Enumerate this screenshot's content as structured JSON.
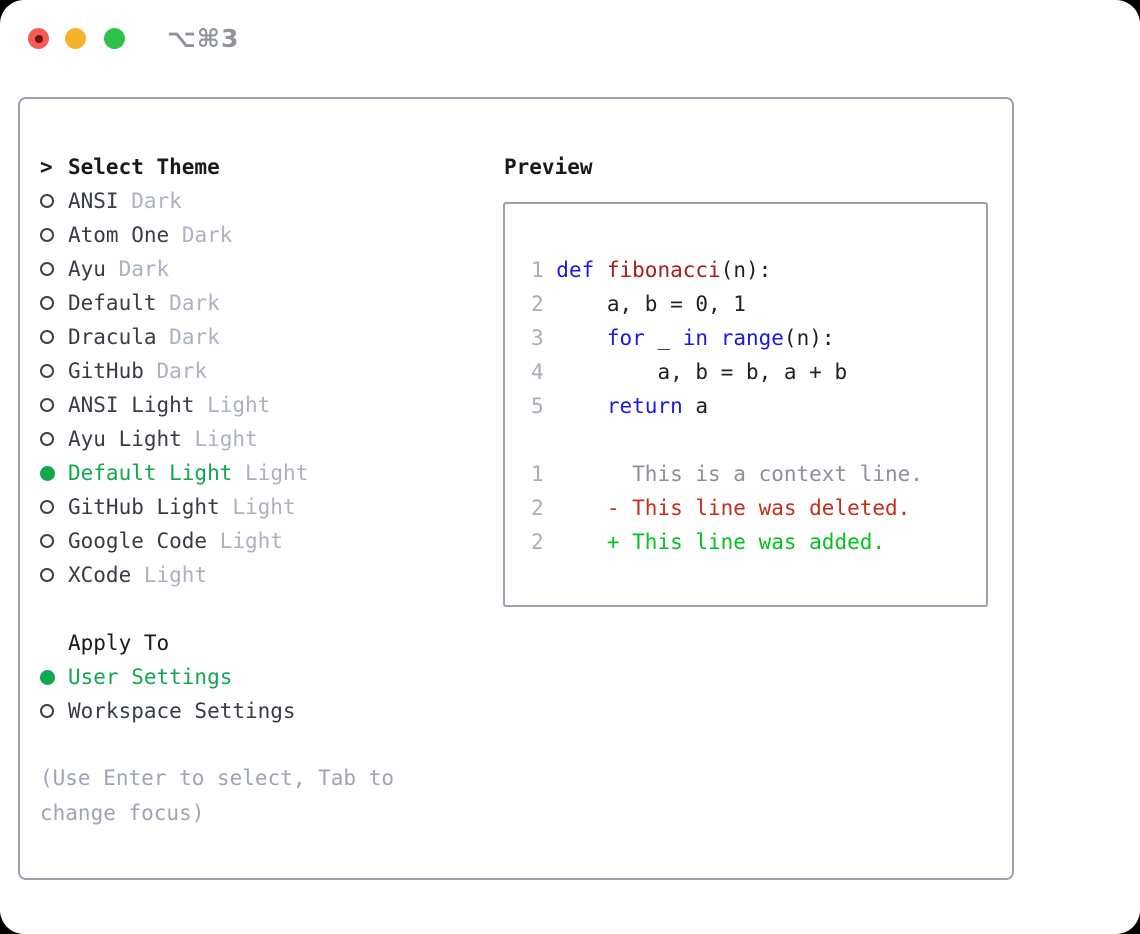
{
  "window": {
    "title": "⌥⌘3",
    "traffic_lights": [
      {
        "name": "close"
      },
      {
        "name": "minimize"
      },
      {
        "name": "zoom"
      }
    ]
  },
  "theme_panel": {
    "header": {
      "prefix": ">",
      "label": "Select Theme"
    },
    "themes": [
      {
        "name": "ANSI",
        "variant": "Dark",
        "selected": false
      },
      {
        "name": "Atom One",
        "variant": "Dark",
        "selected": false
      },
      {
        "name": "Ayu",
        "variant": "Dark",
        "selected": false
      },
      {
        "name": "Default",
        "variant": "Dark",
        "selected": false
      },
      {
        "name": "Dracula",
        "variant": "Dark",
        "selected": false
      },
      {
        "name": "GitHub",
        "variant": "Dark",
        "selected": false
      },
      {
        "name": "ANSI Light",
        "variant": "Light",
        "selected": false
      },
      {
        "name": "Ayu Light",
        "variant": "Light",
        "selected": false
      },
      {
        "name": "Default Light",
        "variant": "Light",
        "selected": true
      },
      {
        "name": "GitHub Light",
        "variant": "Light",
        "selected": false
      },
      {
        "name": "Google Code",
        "variant": "Light",
        "selected": false
      },
      {
        "name": "XCode",
        "variant": "Light",
        "selected": false
      }
    ],
    "apply_to": {
      "header": "Apply To",
      "options": [
        {
          "label": "User Settings",
          "selected": true
        },
        {
          "label": "Workspace Settings",
          "selected": false
        }
      ]
    },
    "hint": "(Use Enter to select, Tab to change focus)"
  },
  "preview": {
    "header": "Preview",
    "code_lines": [
      [
        {
          "t": "1 ",
          "c": "num"
        },
        {
          "t": "def ",
          "c": "kw"
        },
        {
          "t": "fibonacci",
          "c": "fn"
        },
        {
          "t": "(n):",
          "c": "pl"
        }
      ],
      [
        {
          "t": "2 ",
          "c": "num"
        },
        {
          "t": "    a, b = 0, 1",
          "c": "pl"
        }
      ],
      [
        {
          "t": "3 ",
          "c": "num"
        },
        {
          "t": "    ",
          "c": "pl"
        },
        {
          "t": "for",
          "c": "kw"
        },
        {
          "t": " _ ",
          "c": "pl"
        },
        {
          "t": "in",
          "c": "kw"
        },
        {
          "t": " ",
          "c": "pl"
        },
        {
          "t": "range",
          "c": "kw"
        },
        {
          "t": "(n):",
          "c": "pl"
        }
      ],
      [
        {
          "t": "4 ",
          "c": "num"
        },
        {
          "t": "        a, b = b, a + b",
          "c": "pl"
        }
      ],
      [
        {
          "t": "5 ",
          "c": "num"
        },
        {
          "t": "    ",
          "c": "pl"
        },
        {
          "t": "return",
          "c": "kw"
        },
        {
          "t": " a",
          "c": "pl"
        }
      ],
      [],
      [
        {
          "t": "1 ",
          "c": "num"
        },
        {
          "t": "      This is a context line.",
          "c": "ctx"
        }
      ],
      [
        {
          "t": "2 ",
          "c": "num"
        },
        {
          "t": "    - This line was deleted.",
          "c": "del"
        }
      ],
      [
        {
          "t": "2 ",
          "c": "num"
        },
        {
          "t": "    + This line was added.",
          "c": "add"
        }
      ]
    ]
  },
  "colors": {
    "accent_green": "#10a74e",
    "keyword_blue": "#1a18e8",
    "function_red": "#a81d1d",
    "deleted_red": "#c42f1c",
    "added_green": "#00c41e",
    "context_gray": "#8b9199",
    "line_number_gray": "#a4aeb9",
    "suffix_gray": "#a9b3c0",
    "hint_gray": "#9ba6b2",
    "text_dark": "#363d45",
    "heading_black": "#17191c",
    "code_text_dark": "#1d2024",
    "border_gray": "#99a2ad",
    "title_gray": "#8f949a",
    "traffic_red": "#f45c54",
    "traffic_red_dot": "#731006",
    "traffic_yellow": "#f5b32c",
    "traffic_green": "#2ec147"
  }
}
